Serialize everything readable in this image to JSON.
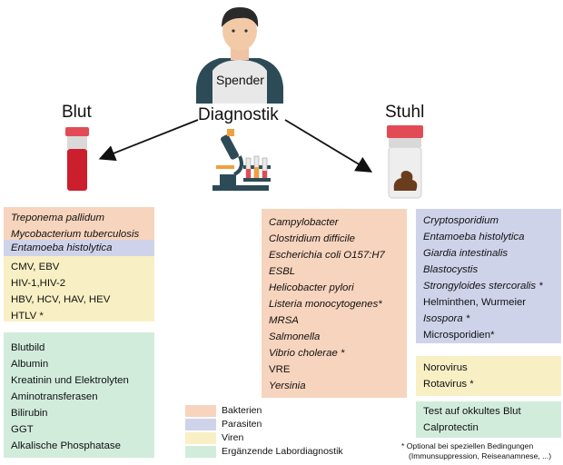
{
  "header": {
    "spender": "Spender",
    "diagnostik": "Diagnostik",
    "blut": "Blut",
    "stuhl": "Stuhl"
  },
  "blood": {
    "bakterien": [
      "Treponema pallidum",
      "Mycobacterium tuberculosis"
    ],
    "parasiten": [
      "Entamoeba histolytica"
    ],
    "viren": [
      "CMV, EBV",
      "HIV-1,HIV-2",
      "HBV, HCV, HAV, HEV",
      "HTLV *"
    ],
    "labor": [
      "Blutbild",
      "Albumin",
      "Kreatinin und Elektrolyten",
      "Aminotransferasen",
      "Bilirubin",
      "GGT",
      "Alkalische Phosphatase"
    ]
  },
  "stool": {
    "bakterien": [
      "Campylobacter",
      "Clostridium difficile",
      "Escherichia coli O157:H7",
      "ESBL",
      "Helicobacter pylori",
      "Listeria monocytogenes*",
      "MRSA",
      "Salmonella",
      "Vibrio cholerae *",
      "VRE",
      "Yersinia"
    ],
    "parasiten": [
      "Cryptosporidium",
      "Entamoeba histolytica",
      "Giardia intestinalis",
      "Blastocystis",
      "Strongyloides stercoralis *",
      "Helminthen, Wurmeier",
      "Isospora *",
      "Microsporidien*"
    ],
    "viren": [
      "Norovirus",
      "Rotavirus *"
    ],
    "labor": [
      "Test auf okkultes Blut",
      "Calprotectin"
    ]
  },
  "legend": {
    "bakterien": "Bakterien",
    "parasiten": "Parasiten",
    "viren": "Viren",
    "labor": "Ergänzende Labordiagnostik"
  },
  "footnote": {
    "line1": "* Optional bei speziellen Bedingungen",
    "line2": "(Immunsuppression, Reiseanamnese, ...)"
  },
  "colors": {
    "bakterien": "#f7d4bd",
    "parasiten": "#cfd3ea",
    "viren": "#f8f0c4",
    "labor": "#d2ecdc"
  }
}
